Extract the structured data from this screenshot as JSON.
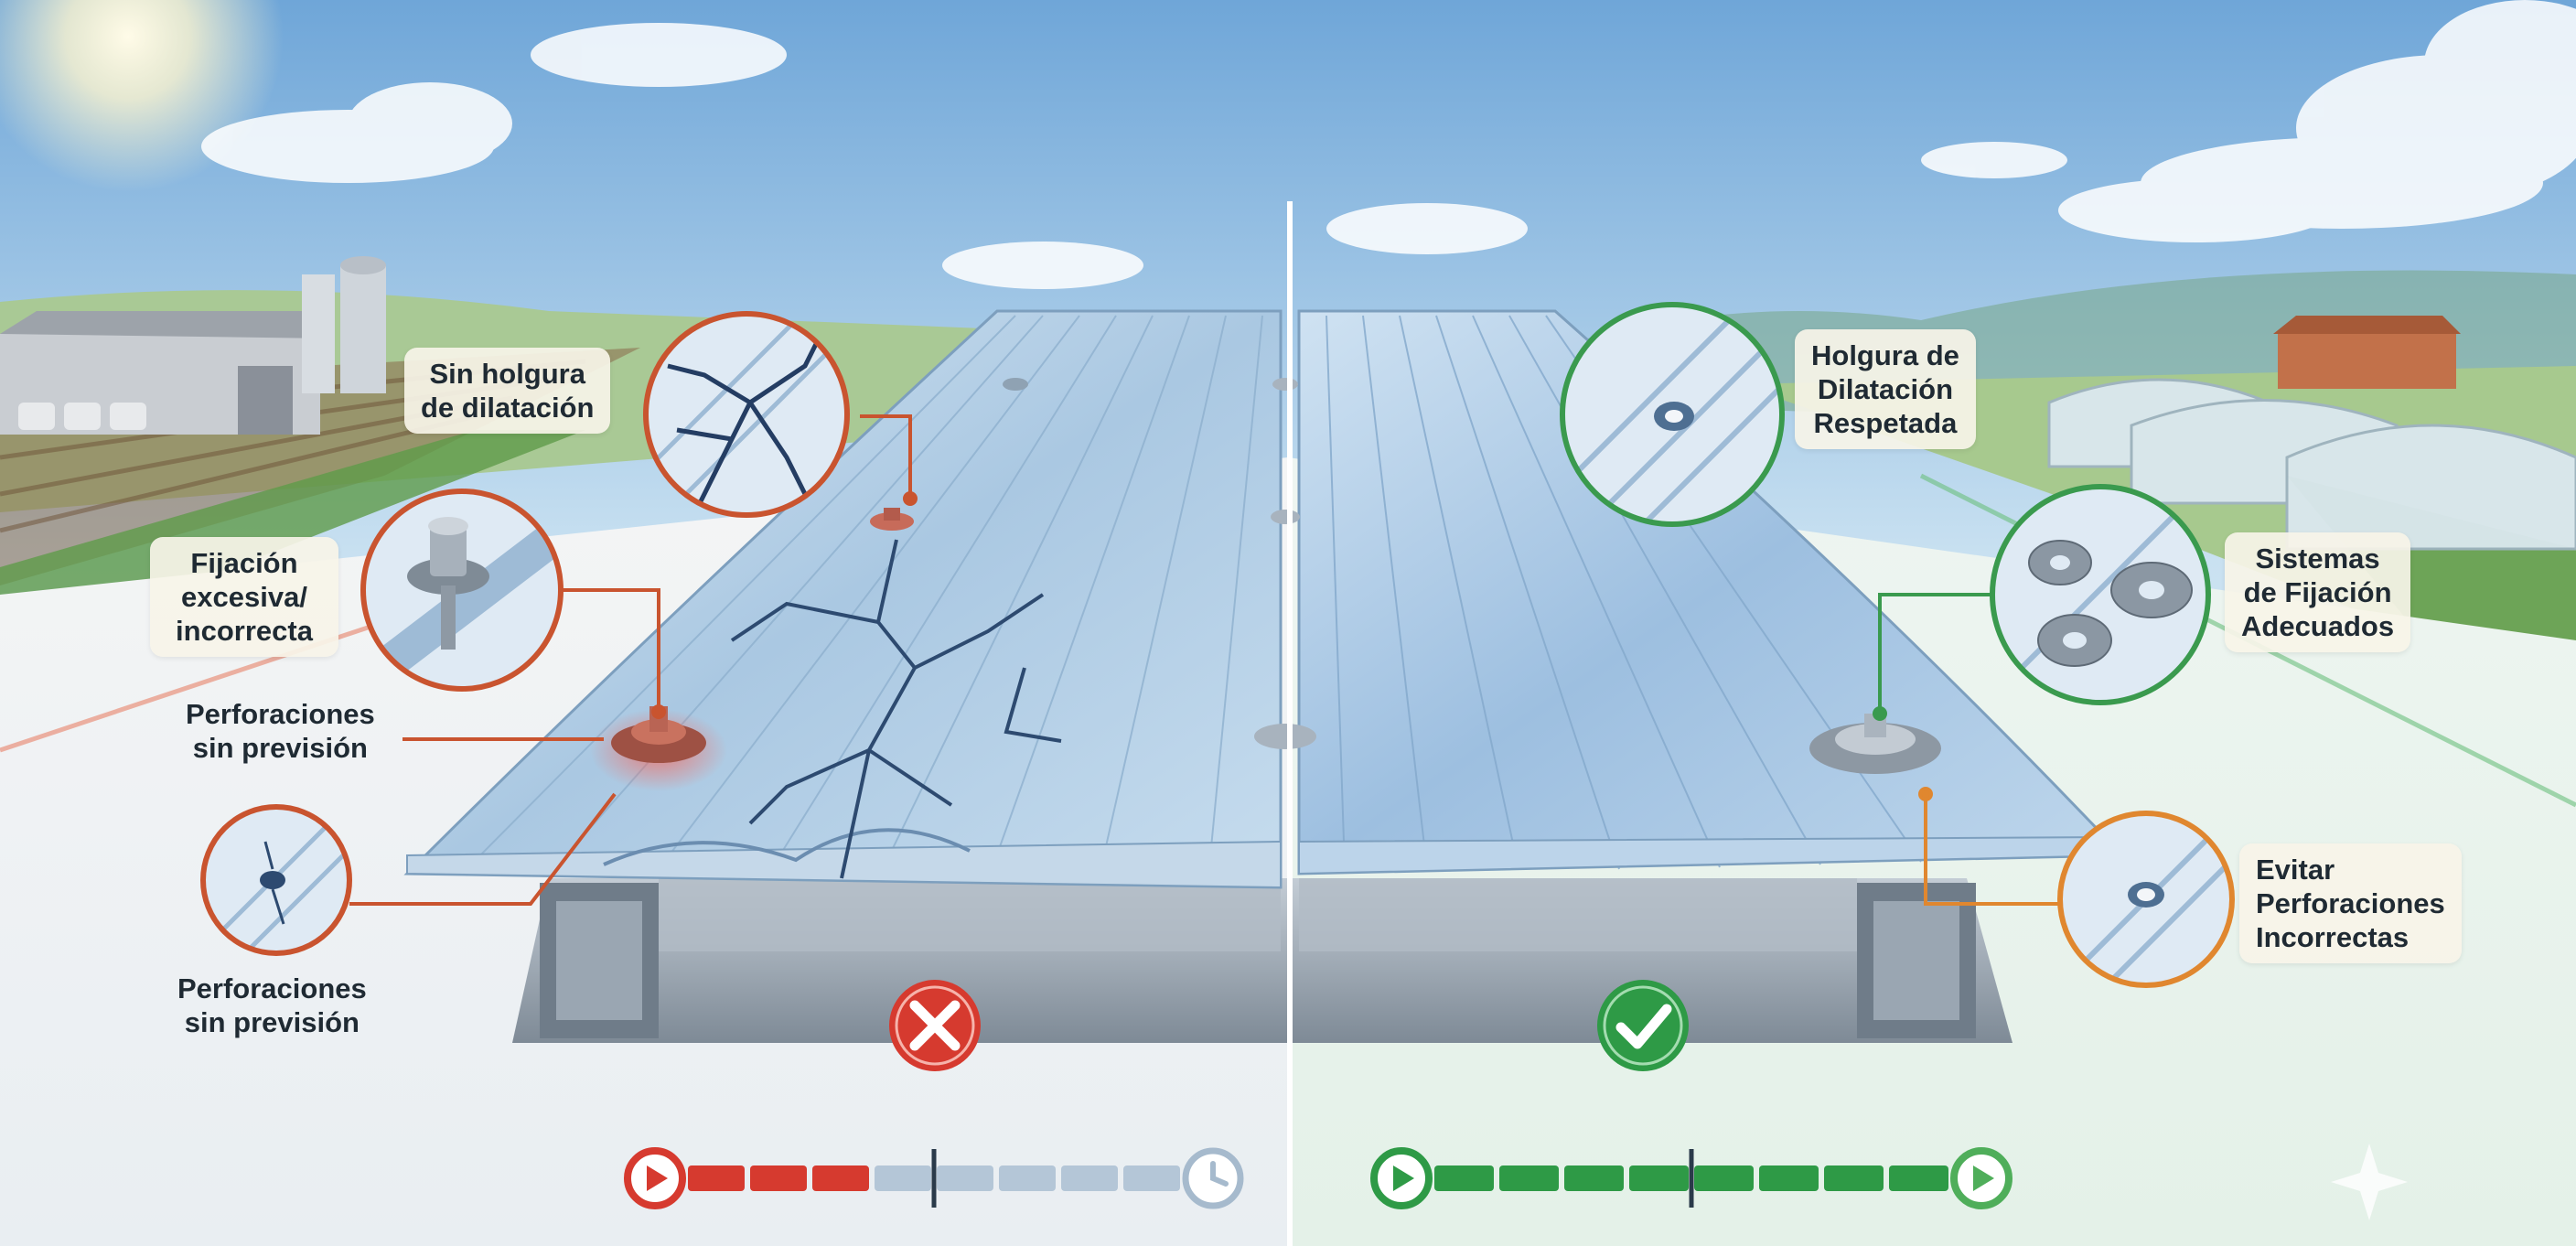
{
  "left_panel": {
    "status": "incorrect",
    "status_color": "#d63a2f",
    "labels": {
      "no_expansion": [
        "Sin holgura",
        "de dilatación"
      ],
      "excessive_fixing": [
        "Fijación",
        "excesiva/",
        "incorrecta"
      ],
      "unplanned_drilling_1": [
        "Perforaciones",
        "sin previsión"
      ],
      "unplanned_drilling_2": [
        "Perforaciones",
        "sin previsión"
      ]
    },
    "icons": [
      "cross-icon",
      "play-icon",
      "clock-icon"
    ],
    "progress_fraction": 0.4
  },
  "right_panel": {
    "status": "correct",
    "status_color": "#2e9a46",
    "labels": {
      "expansion_respected": [
        "Holgura de",
        "Dilatación",
        "Respetada"
      ],
      "proper_fixing": [
        "Sistemas",
        "de Fijación",
        "Adecuados"
      ],
      "avoid_drilling": [
        "Evitar",
        "Perforaciones",
        "Incorrectas"
      ]
    },
    "icons": [
      "check-icon",
      "play-icon",
      "play-icon"
    ],
    "progress_fraction": 1.0
  },
  "colors": {
    "wrong_accent": "#c9542f",
    "right_accent": "#3a9a4e",
    "panel_blue": "#a9c6e0",
    "steel": "#8a96a3"
  }
}
